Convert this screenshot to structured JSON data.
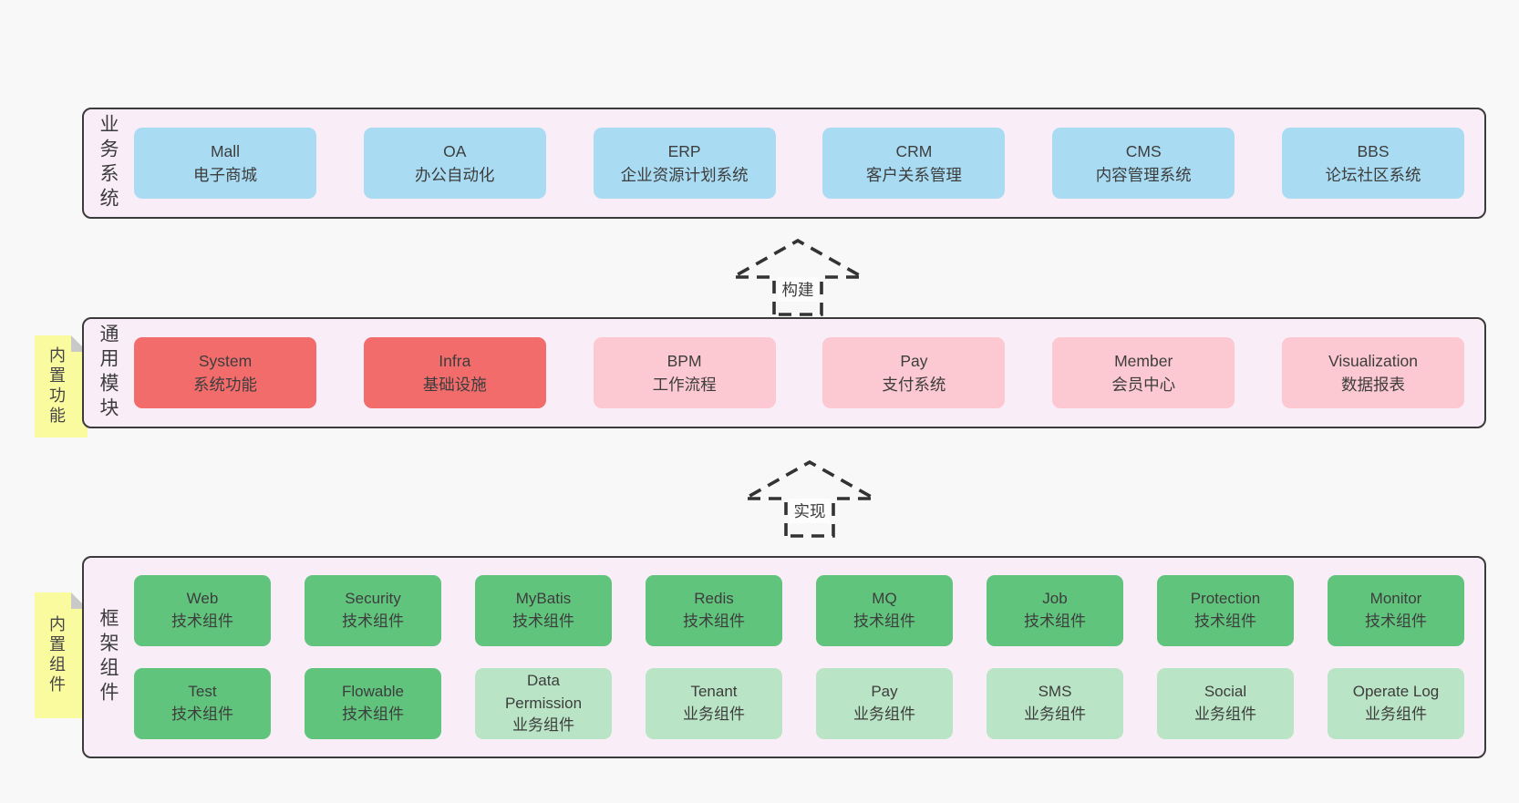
{
  "colors": {
    "page": "#f8f8f8",
    "panel": "#f9edf7",
    "border": "#3b3b3b",
    "blue": "#a9dcf3",
    "red": "#f36c6c",
    "pink": "#fcc9d2",
    "green": "#60c47d",
    "greenlight": "#b9e4c5",
    "yellow": "#fafa9f",
    "fold": "#c9c9c9",
    "text": "#3d3d3d",
    "arrow": "#333333",
    "arrowlabel": "#fdfdfd"
  },
  "sections": {
    "business": {
      "label": "业务系统",
      "boxes": [
        {
          "title": "Mall",
          "subtitle": "电子商城",
          "variant": "blue"
        },
        {
          "title": "OA",
          "subtitle": "办公自动化",
          "variant": "blue"
        },
        {
          "title": "ERP",
          "subtitle": "企业资源计划系统",
          "variant": "blue"
        },
        {
          "title": "CRM",
          "subtitle": "客户关系管理",
          "variant": "blue"
        },
        {
          "title": "CMS",
          "subtitle": "内容管理系统",
          "variant": "blue"
        },
        {
          "title": "BBS",
          "subtitle": "论坛社区系统",
          "variant": "blue"
        }
      ]
    },
    "modules": {
      "label": "通用模块",
      "sticky": "内置功能",
      "boxes": [
        {
          "title": "System",
          "subtitle": "系统功能",
          "variant": "red"
        },
        {
          "title": "Infra",
          "subtitle": "基础设施",
          "variant": "red"
        },
        {
          "title": "BPM",
          "subtitle": "工作流程",
          "variant": "pink"
        },
        {
          "title": "Pay",
          "subtitle": "支付系统",
          "variant": "pink"
        },
        {
          "title": "Member",
          "subtitle": "会员中心",
          "variant": "pink"
        },
        {
          "title": "Visualization",
          "subtitle": "数据报表",
          "variant": "pink"
        }
      ]
    },
    "framework": {
      "label": "框架组件",
      "sticky": "内置组件",
      "row1": [
        {
          "title": "Web",
          "subtitle": "技术组件",
          "variant": "green"
        },
        {
          "title": "Security",
          "subtitle": "技术组件",
          "variant": "green"
        },
        {
          "title": "MyBatis",
          "subtitle": "技术组件",
          "variant": "green"
        },
        {
          "title": "Redis",
          "subtitle": "技术组件",
          "variant": "green"
        },
        {
          "title": "MQ",
          "subtitle": "技术组件",
          "variant": "green"
        },
        {
          "title": "Job",
          "subtitle": "技术组件",
          "variant": "green"
        },
        {
          "title": "Protection",
          "subtitle": "技术组件",
          "variant": "green"
        },
        {
          "title": "Monitor",
          "subtitle": "技术组件",
          "variant": "green"
        }
      ],
      "row2": [
        {
          "title": "Test",
          "subtitle": "技术组件",
          "variant": "green"
        },
        {
          "title": "Flowable",
          "subtitle": "技术组件",
          "variant": "green"
        },
        {
          "title": "Data Permission",
          "subtitle": "业务组件",
          "variant": "greenlight"
        },
        {
          "title": "Tenant",
          "subtitle": "业务组件",
          "variant": "greenlight"
        },
        {
          "title": "Pay",
          "subtitle": "业务组件",
          "variant": "greenlight"
        },
        {
          "title": "SMS",
          "subtitle": "业务组件",
          "variant": "greenlight"
        },
        {
          "title": "Social",
          "subtitle": "业务组件",
          "variant": "greenlight"
        },
        {
          "title": "Operate Log",
          "subtitle": "业务组件",
          "variant": "greenlight"
        }
      ]
    }
  },
  "arrows": {
    "build": {
      "label": "构建"
    },
    "implement": {
      "label": "实现"
    }
  }
}
